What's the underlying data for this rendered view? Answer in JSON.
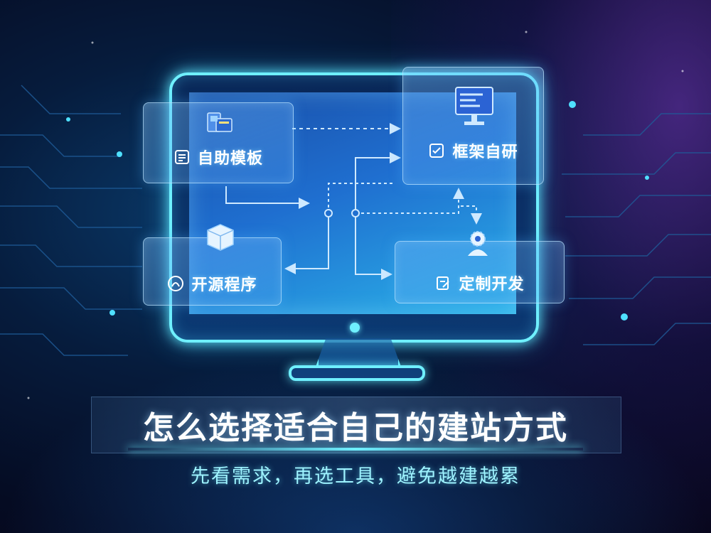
{
  "colors": {
    "accent_cyan": "#6ff0ff",
    "bg_dark": "#050b22",
    "screen_blue": "#1f6fd0",
    "glow_purple": "#783cc8"
  },
  "cards": {
    "template": {
      "label": "自助模板",
      "icon": "document-list-icon",
      "hero_icon": "website-builder-icon"
    },
    "opensource": {
      "label": "开源程序",
      "icon": "open-source-logo-icon",
      "hero_icon": "package-box-icon"
    },
    "framework": {
      "label": "框架自研",
      "icon": "checklist-icon",
      "hero_icon": "code-monitor-icon"
    },
    "custom": {
      "label": "定制开发",
      "icon": "clipboard-edit-icon",
      "hero_icon": "gear-person-icon"
    }
  },
  "headline": {
    "title": "怎么选择适合自己的建站方式",
    "subtitle": "先看需求，再选工具，避免越建越累"
  }
}
